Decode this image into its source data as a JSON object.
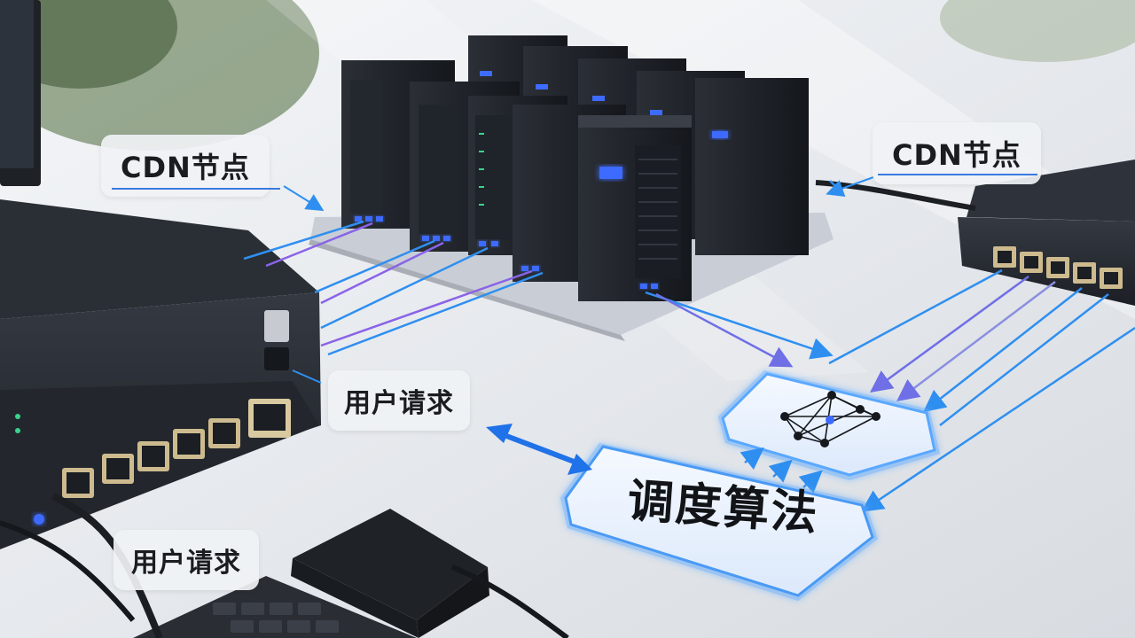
{
  "labels": {
    "cdn_left": "CDN节点",
    "cdn_right": "CDN节点",
    "request_mid": "用户请求",
    "request_bottom": "用户请求",
    "algorithm": "调度算法"
  },
  "colors": {
    "accent_blue": "#3a7be0",
    "cable_blue": "#2f8ff0",
    "cable_purple": "#8a63e8",
    "led_blue": "#3d6bff",
    "led_green": "#39d38f",
    "panel_glow": "#5aa8ff"
  },
  "icons": {
    "network_node": "neural-network-icon",
    "bidirectional_arrow": "double-arrow-icon"
  }
}
